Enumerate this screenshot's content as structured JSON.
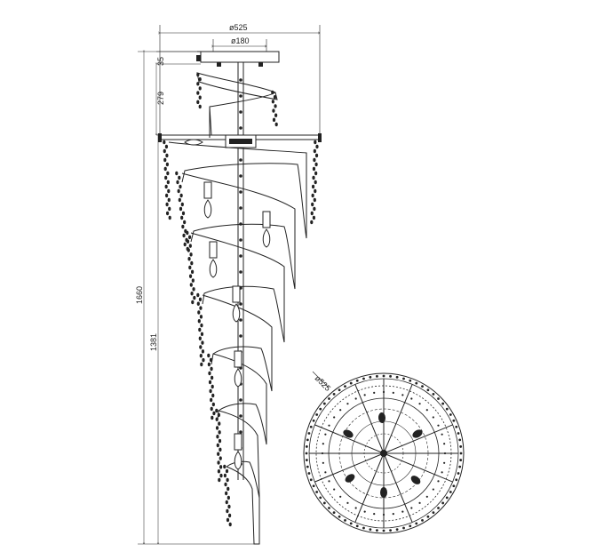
{
  "dimensions": {
    "overall_diameter": "ø525",
    "canopy_diameter": "ø180",
    "canopy_height": "35",
    "top_section_height": "279",
    "total_height": "1660",
    "body_height": "1381",
    "plan_diameter": "ø525"
  },
  "views": [
    "side-elevation",
    "plan-view"
  ],
  "colors": {
    "line": "#222222",
    "background": "#ffffff"
  }
}
